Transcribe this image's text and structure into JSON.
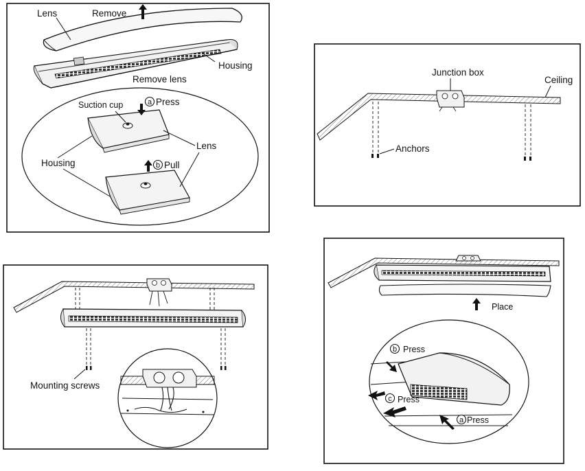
{
  "panel1": {
    "lens": "Lens",
    "remove": "Remove",
    "housing": "Housing",
    "remove_lens": "Remove lens",
    "suction_cup": "Suction cup",
    "press_marker": "a",
    "press": "Press",
    "lens_detail": "Lens",
    "housing_detail": "Housing",
    "pull_marker": "b",
    "pull": "Pull"
  },
  "panel2": {
    "junction_box": "Junction box",
    "ceiling": "Ceiling",
    "anchors": "Anchors"
  },
  "panel3": {
    "mounting_screws": "Mounting screws"
  },
  "panel4": {
    "place": "Place",
    "b_marker": "b",
    "b_press": "Press",
    "c_marker": "c",
    "c_press": "Press",
    "a_marker": "a",
    "a_press": "Press"
  }
}
